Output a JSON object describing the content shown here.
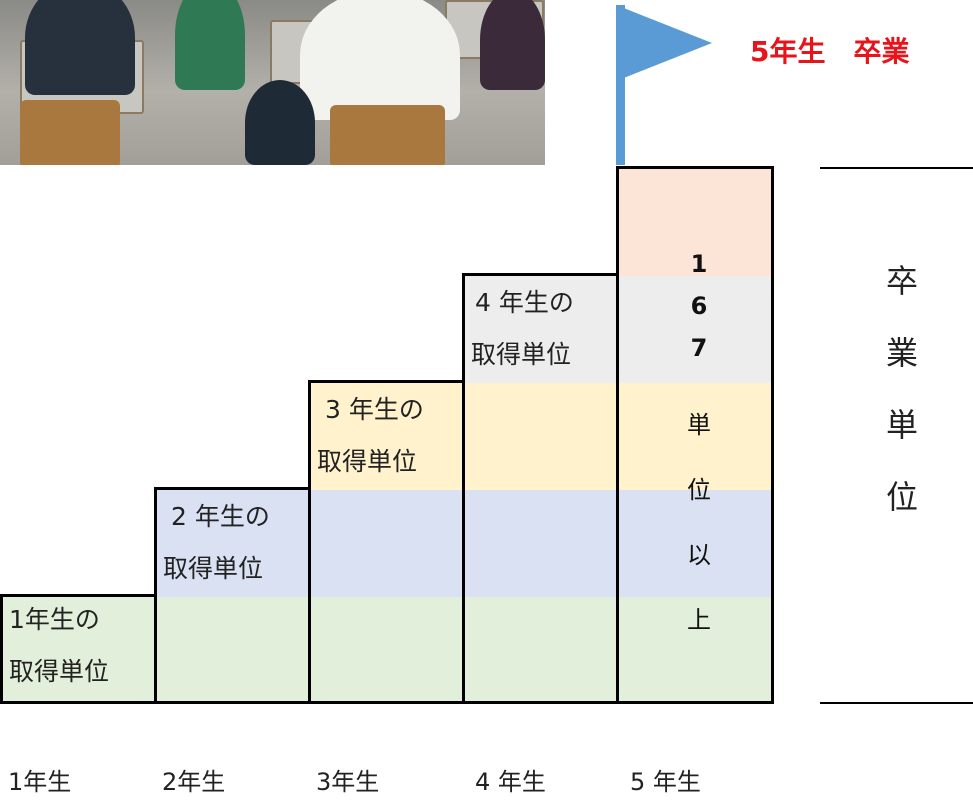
{
  "header": {
    "graduation_title": "5年生　卒業"
  },
  "columns": [
    {
      "year": "1年生",
      "caption_line1": "1年生の",
      "caption_line2": "取得単位"
    },
    {
      "year": "2年生",
      "caption_line1": "2 年生の",
      "caption_line2": "取得単位"
    },
    {
      "year": "3年生",
      "caption_line1": "3 年生の",
      "caption_line2": "取得単位"
    },
    {
      "year": "4 年生",
      "caption_line1": "4 年生の",
      "caption_line2": "取得単位"
    },
    {
      "year": "5 年生"
    }
  ],
  "fifth_year_text": [
    "1",
    "6",
    "7",
    "単",
    "位",
    "以",
    "上"
  ],
  "graduation_units": [
    "卒",
    "業",
    "単",
    "位"
  ],
  "colors": {
    "year1_band": "#e2efda",
    "year2_band": "#d9e1f2",
    "year3_band": "#fff2cc",
    "year4_band": "#ededed",
    "year5_band": "#fce4d6",
    "flag": "#5b9bd5",
    "title_red": "#e8141b"
  }
}
